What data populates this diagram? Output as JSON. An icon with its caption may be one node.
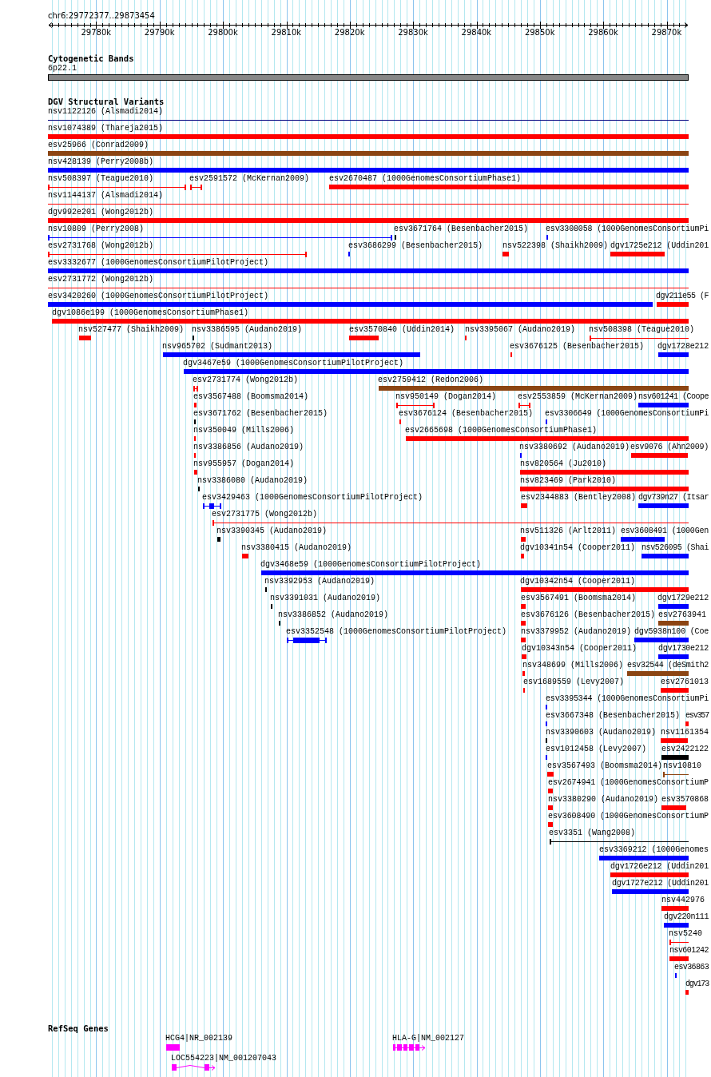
{
  "diagram": {
    "labels": [
      "chr6:29772377..29873454",
      "29780k",
      "29790k",
      "29800k",
      "29810k",
      "29820k",
      "29830k",
      "29840k",
      "29850k",
      "29860k",
      "29870k",
      "Cytogenetic Bands",
      "6p22.1",
      "DGV Structural Variants",
      "nsv1122126 (Alsmadi2014)",
      "nsv1074389 (Thareja2015)",
      "esv25966 (Conrad2009)",
      "nsv428139 (Perry2008b)",
      "nsv508397 (Teague2010)",
      "esv2591572 (McKernan2009)",
      "esv2670487 (1000GenomesConsortiumPhase1)",
      "nsv1144137 (Alsmadi2014)",
      "dgv992e201 (Wong2012b)",
      "nsv10809 (Perry2008)",
      "esv3671764 (Besenbacher2015)",
      "esv3308058 (1000GenomesConsortiumPi",
      "esv2731768 (Wong2012b)",
      "esv3686299 (Besenbacher2015)",
      "nsv522398 (Shaikh2009)",
      "dgv1725e212 (Uddin201",
      "esv3332677 (1000GenomesConsortiumPilotProject)",
      "esv2731772 (Wong2012b)",
      "esv3420260 (1000GenomesConsortiumPilotProject)",
      "dgv211e55 (F",
      "dgv1086e199 (1000GenomesConsortiumPhase1)",
      "nsv527477 (Shaikh2009)",
      "nsv3386595 (Audano2019)",
      "esv3570840 (Uddin2014)",
      "nsv3395067 (Audano2019)",
      "nsv508398 (Teague2010)",
      "nsv965702 (Sudmant2013)",
      "esv3676125 (Besenbacher2015)",
      "dgv1728e212",
      "dgv3467e59 (1000GenomesConsortiumPilotProject)",
      "esv2731774 (Wong2012b)",
      "esv2759412 (Redon2006)",
      "esv3567488 (Boomsma2014)",
      "nsv950149 (Dogan2014)",
      "esv2553859 (McKernan2009)",
      "nsv601241 (Coope",
      "esv3671762 (Besenbacher2015)",
      "esv3676124 (Besenbacher2015)",
      "esv3306649 (1000GenomesConsortiumPi",
      "nsv350049 (Mills2006)",
      "esv2665698 (1000GenomesConsortiumPhase1)",
      "nsv3386856 (Audano2019)",
      "nsv3380692 (Audano2019)",
      "esv9076 (Ahn2009)",
      "nsv955957 (Dogan2014)",
      "nsv820564 (Ju2010)",
      "nsv3386080 (Audano2019)",
      "nsv823469 (Park2010)",
      "esv3429463 (1000GenomesConsortiumPilotProject)",
      "esv2344883 (Bentley2008)",
      "dgv739n27 (Itsar",
      "esv2731775 (Wong2012b)",
      "nsv3390345 (Audano2019)",
      "nsv511326 (Arlt2011)",
      "esv3608491 (1000Gen",
      "nsv3380415 (Audano2019)",
      "dgv10341n54 (Cooper2011)",
      "nsv526095 (Shai",
      "dgv3468e59 (1000GenomesConsortiumPilotProject)",
      "nsv3392953 (Audano2019)",
      "dgv10342n54 (Cooper2011)",
      "nsv3391031 (Audano2019)",
      "esv3567491 (Boomsma2014)",
      "dgv1729e212",
      "nsv3386852 (Audano2019)",
      "esv3676126 (Besenbacher2015)",
      "esv2763941",
      "esv3352548 (1000GenomesConsortiumPilotProject)",
      "nsv3379952 (Audano2019)",
      "dgv5938n100 (Coe",
      "dgv10343n54 (Cooper2011)",
      "dgv1730e212",
      "nsv348699 (Mills2006)",
      "esv32544 (deSmith2",
      "esv1689559 (Levy2007)",
      "esv2761013",
      "esv3395344 (1000GenomesConsortiumPi",
      "esv3667348 (Besenbacher2015)",
      "esv357",
      "nsv3390603 (Audano2019)",
      "nsv1161354",
      "esv1012458 (Levy2007)",
      "esv2422122",
      "esv3567493 (Boomsma2014)",
      "nsv10810",
      "esv2674941 (1000GenomesConsortiumP",
      "nsv3380290 (Audano2019)",
      "esv3570868",
      "esv3608490 (1000GenomesConsortiumP",
      "esv3351 (Wang2008)",
      "esv3369212 (1000Genomes",
      "dgv1726e212 (Uddin201",
      "dgv1727e212 (Uddin201",
      "nsv442976",
      "dgv220n111",
      "nsv5240",
      "nsv601242",
      "esv36863",
      "dgv173",
      "RefSeq Genes",
      "HCG4|NR_002139",
      "HLA-G|NM_002127",
      "LOC554223|NM_001207043"
    ]
  }
}
